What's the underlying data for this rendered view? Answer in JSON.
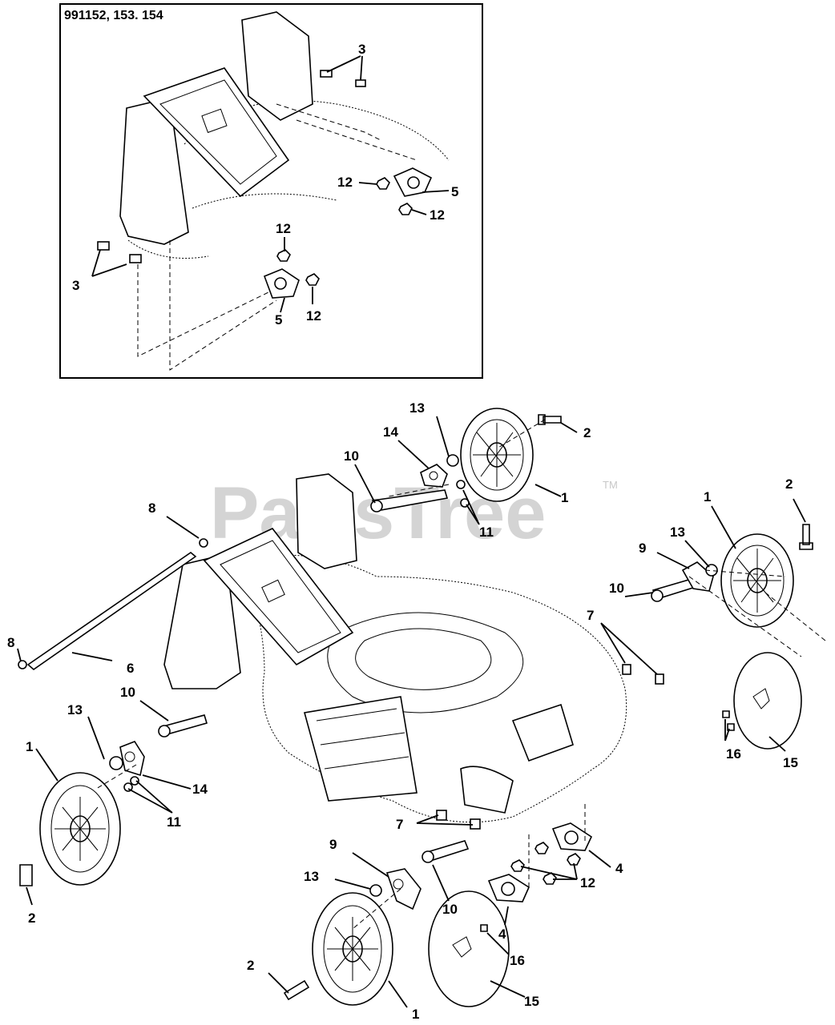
{
  "inset": {
    "title": "991152, 153. 154"
  },
  "watermark": {
    "text": "PartsTree",
    "tm": "TM"
  },
  "callouts": {
    "inset_3_top": "3",
    "inset_3_left": "3",
    "inset_12_a": "12",
    "inset_12_b": "12",
    "inset_12_c": "12",
    "inset_12_d": "12",
    "inset_5_right": "5",
    "inset_5_bottom": "5",
    "main_2_top": "2",
    "main_2_right": "2",
    "main_2_left": "2",
    "main_2_bottom": "2",
    "main_1_top": "1",
    "main_1_right": "1",
    "main_1_left": "1",
    "main_1_bottom": "1",
    "main_13_top": "13",
    "main_13_right": "13",
    "main_13_left": "13",
    "main_13_bottom": "13",
    "main_14_top": "14",
    "main_14_left": "14",
    "main_10_top": "10",
    "main_10_right": "10",
    "main_10_left": "10",
    "main_10_bottom": "10",
    "main_11_top": "11",
    "main_11_left": "11",
    "main_8_top": "8",
    "main_8_left": "8",
    "main_6": "6",
    "main_9_right": "9",
    "main_9_bottom": "9",
    "main_7_right": "7",
    "main_7_bottom": "7",
    "main_4_a": "4",
    "main_4_b": "4",
    "main_12": "12",
    "main_15_right": "15",
    "main_15_bottom": "15",
    "main_16_right": "16",
    "main_16_bottom": "16"
  }
}
